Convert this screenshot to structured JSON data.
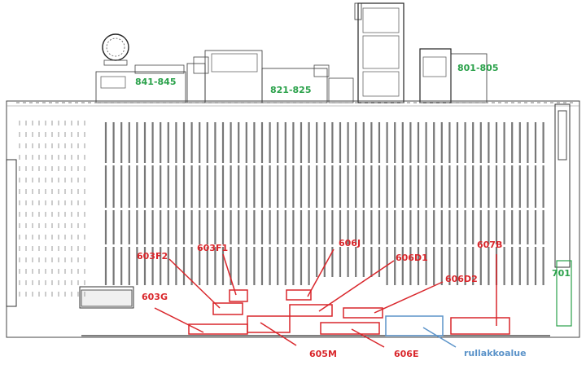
{
  "labels": {
    "z841": "841-845",
    "z821": "821-825",
    "z801": "801-805",
    "z603F2": "603F2",
    "z603F1": "603F1",
    "z603G": "603G",
    "z606J": "606J",
    "z606D1": "606D1",
    "z606D2": "606D2",
    "z607B": "607B",
    "z701": "701",
    "z605M": "605M",
    "z606E": "606E",
    "rullakko": "rullakkoalue"
  },
  "colors": {
    "red": "#d9262b",
    "green": "#2aa14a",
    "blue": "#5b93c9",
    "lines": "#555555"
  }
}
